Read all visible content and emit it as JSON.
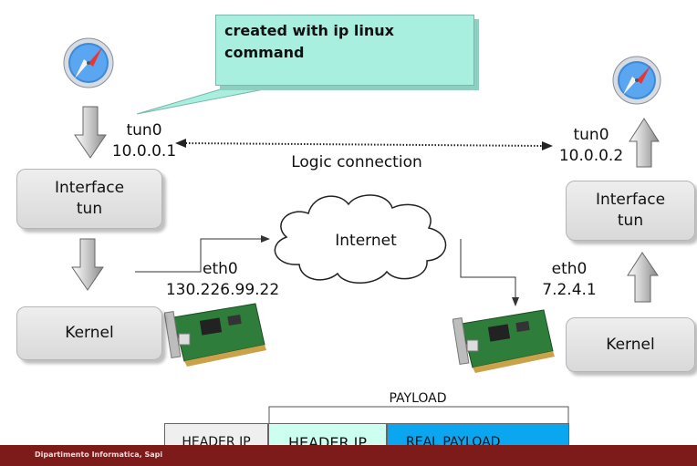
{
  "callout": {
    "text_line1": "created with ip linux",
    "text_line2": "command"
  },
  "left": {
    "tun_name": "tun0",
    "tun_ip": "10.0.0.1",
    "interface_line1": "Interface",
    "interface_line2": "tun",
    "kernel": "Kernel",
    "eth_name": "eth0",
    "eth_ip": "130.226.99.22"
  },
  "right": {
    "tun_name": "tun0",
    "tun_ip": "10.0.0.2",
    "interface_line1": "Interface",
    "interface_line2": "tun",
    "kernel": "Kernel",
    "eth_name": "eth0",
    "eth_ip": "7.2.4.1"
  },
  "logic_connection": "Logic connection",
  "internet": "Internet",
  "packet": {
    "payload_label": "PAYLOAD",
    "outer_header": "HEADER IP",
    "inner_header": "HEADER IP",
    "real_payload": "REAL PAYLOAD"
  },
  "footer": {
    "text": "Dipartimento Informatica, Sapi"
  },
  "colors": {
    "callout": "#a9efe0",
    "inner_header": "#ccfff0",
    "real_payload": "#0aa6f0",
    "footer": "#7d1a1a"
  }
}
